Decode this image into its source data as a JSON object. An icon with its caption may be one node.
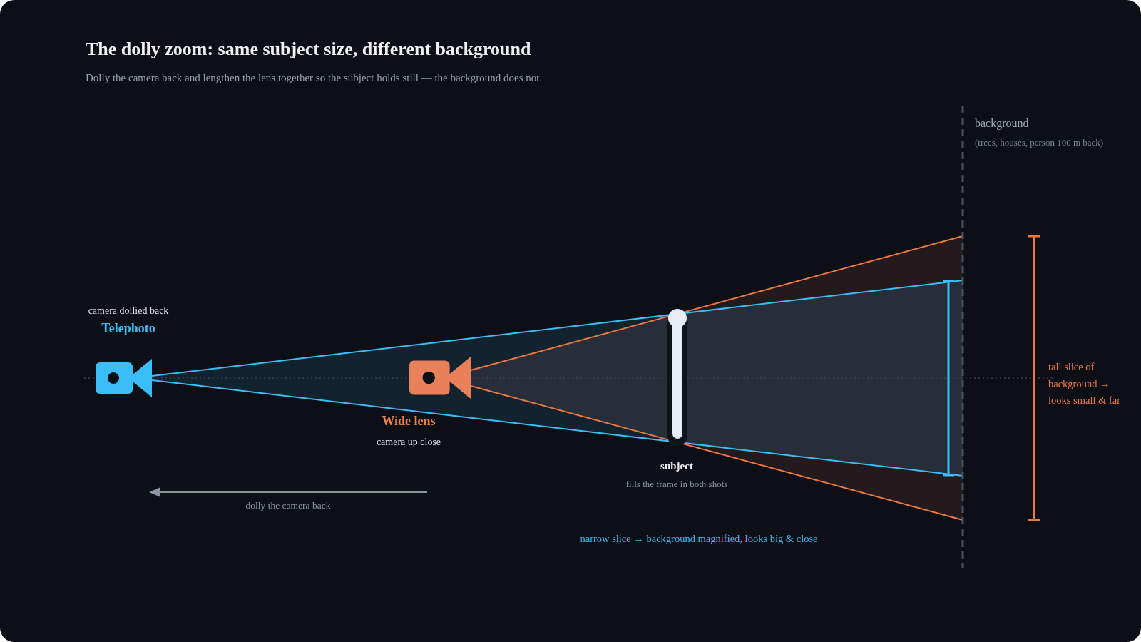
{
  "diagram": {
    "title": "The dolly zoom: same subject size, different background",
    "caption": "Dolly the camera back and lengthen the lens together so the subject holds still — the background does not.",
    "nodes": [
      {
        "text": [
          "camera dollied back",
          "Telephoto"
        ]
      },
      {
        "text": [
          "Wide lens",
          "camera up close"
        ]
      },
      {
        "text": [
          "subject",
          "fills the frame in both shots"
        ]
      }
    ],
    "labels": [
      "background",
      "(trees, houses, person 100 m back)",
      "tall slice of background → looks small & far",
      "narrow slice → background magnified, looks big & close",
      "dolly the camera back"
    ]
  }
}
